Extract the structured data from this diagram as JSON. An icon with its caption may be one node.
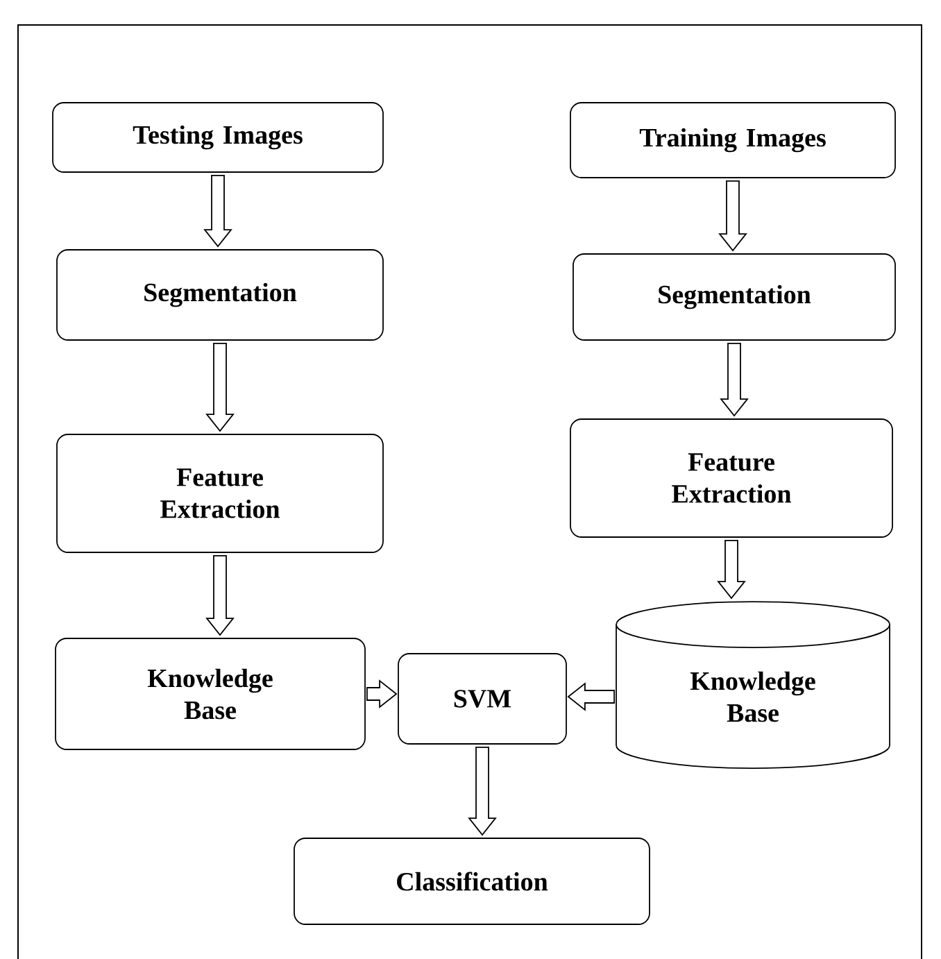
{
  "diagram": {
    "nodes": [
      {
        "text": [
          "Testing Images"
        ]
      },
      {
        "text": [
          "Training Images"
        ]
      },
      {
        "text": [
          "Segmentation"
        ]
      },
      {
        "text": [
          "Segmentation"
        ]
      },
      {
        "text": [
          "Feature Extraction"
        ]
      },
      {
        "text": [
          "Feature Extraction"
        ]
      },
      {
        "text": [
          "Knowledge Base"
        ]
      },
      {
        "text": [
          "SVM"
        ]
      },
      {
        "text": [
          "Knowledge Base"
        ]
      },
      {
        "text": [
          "Classification"
        ]
      }
    ],
    "edges": [
      {
        "from": 0,
        "to": 2,
        "arrow": "to"
      },
      {
        "from": 2,
        "to": 4,
        "arrow": "to"
      },
      {
        "from": 4,
        "to": 6,
        "arrow": "to"
      },
      {
        "from": 1,
        "to": 3,
        "arrow": "to"
      },
      {
        "from": 3,
        "to": 5,
        "arrow": "to"
      },
      {
        "from": 5,
        "to": 8,
        "arrow": "to"
      },
      {
        "from": 6,
        "to": 7,
        "arrow": "to"
      },
      {
        "from": 8,
        "to": 7,
        "arrow": "to"
      },
      {
        "from": 7,
        "to": 9,
        "arrow": "to"
      }
    ]
  }
}
